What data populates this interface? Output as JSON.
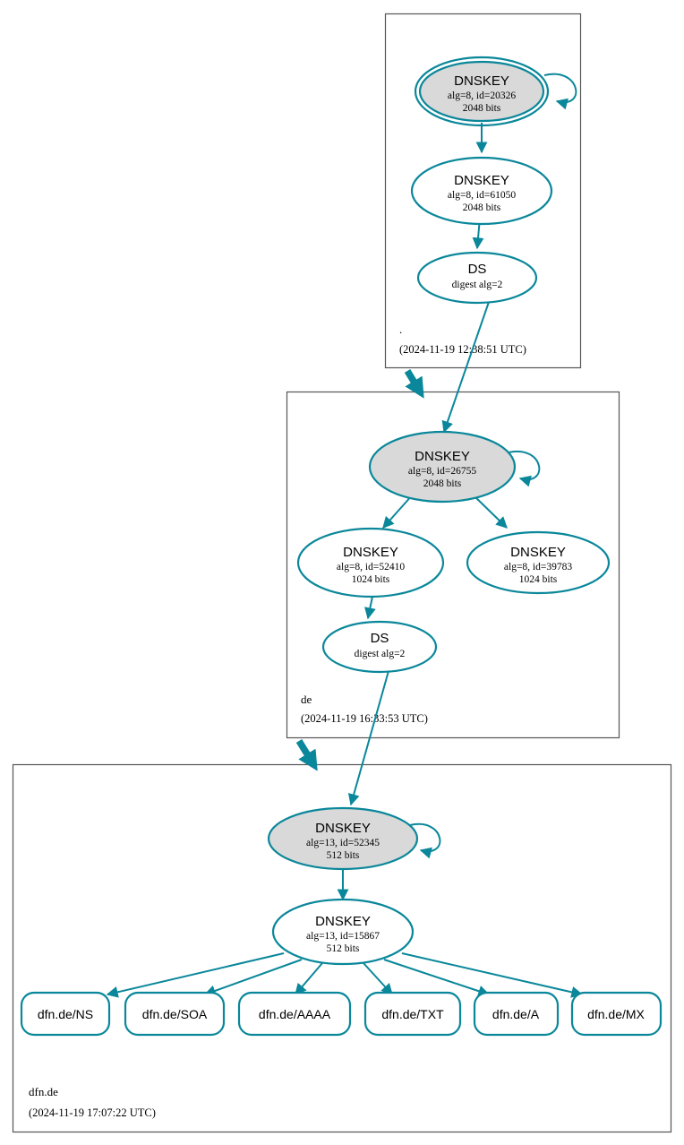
{
  "diagram": {
    "type": "dnssec-authentication-chain",
    "colors": {
      "accent": "#0a879a",
      "secure_key_fill": "#d9d9d9",
      "zone_border": "#555555",
      "background": "#ffffff"
    }
  },
  "zones": [
    {
      "id": "root",
      "name": ".",
      "timestamp": "(2024-11-19 12:38:51 UTC)",
      "nodes": [
        {
          "id": "root-ksk",
          "kind": "DNSKEY",
          "title": "DNSKEY",
          "line2": "alg=8, id=20326",
          "line3": "2048 bits",
          "trust_anchor": true,
          "self_signed": true,
          "secure": true
        },
        {
          "id": "root-zsk",
          "kind": "DNSKEY",
          "title": "DNSKEY",
          "line2": "alg=8, id=61050",
          "line3": "2048 bits",
          "trust_anchor": false,
          "self_signed": false,
          "secure": false
        },
        {
          "id": "root-ds-de",
          "kind": "DS",
          "title": "DS",
          "line2": "digest alg=2",
          "line3": "",
          "trust_anchor": false,
          "self_signed": false,
          "secure": false
        }
      ]
    },
    {
      "id": "de",
      "name": "de",
      "timestamp": "(2024-11-19 16:33:53 UTC)",
      "nodes": [
        {
          "id": "de-ksk",
          "kind": "DNSKEY",
          "title": "DNSKEY",
          "line2": "alg=8, id=26755",
          "line3": "2048 bits",
          "trust_anchor": false,
          "self_signed": true,
          "secure": true
        },
        {
          "id": "de-zsk-1",
          "kind": "DNSKEY",
          "title": "DNSKEY",
          "line2": "alg=8, id=52410",
          "line3": "1024 bits",
          "trust_anchor": false,
          "self_signed": false,
          "secure": false
        },
        {
          "id": "de-zsk-2",
          "kind": "DNSKEY",
          "title": "DNSKEY",
          "line2": "alg=8, id=39783",
          "line3": "1024 bits",
          "trust_anchor": false,
          "self_signed": false,
          "secure": false
        },
        {
          "id": "de-ds-dfn",
          "kind": "DS",
          "title": "DS",
          "line2": "digest alg=2",
          "line3": "",
          "trust_anchor": false,
          "self_signed": false,
          "secure": false
        }
      ]
    },
    {
      "id": "dfnde",
      "name": "dfn.de",
      "timestamp": "(2024-11-19 17:07:22 UTC)",
      "nodes": [
        {
          "id": "dfn-ksk",
          "kind": "DNSKEY",
          "title": "DNSKEY",
          "line2": "alg=13, id=52345",
          "line3": "512 bits",
          "trust_anchor": false,
          "self_signed": true,
          "secure": true
        },
        {
          "id": "dfn-zsk",
          "kind": "DNSKEY",
          "title": "DNSKEY",
          "line2": "alg=13, id=15867",
          "line3": "512 bits",
          "trust_anchor": false,
          "self_signed": false,
          "secure": false
        }
      ],
      "rrsets": [
        {
          "id": "rr-ns",
          "label": "dfn.de/NS"
        },
        {
          "id": "rr-soa",
          "label": "dfn.de/SOA"
        },
        {
          "id": "rr-aaaa",
          "label": "dfn.de/AAAA"
        },
        {
          "id": "rr-txt",
          "label": "dfn.de/TXT"
        },
        {
          "id": "rr-a",
          "label": "dfn.de/A"
        },
        {
          "id": "rr-mx",
          "label": "dfn.de/MX"
        }
      ]
    }
  ]
}
